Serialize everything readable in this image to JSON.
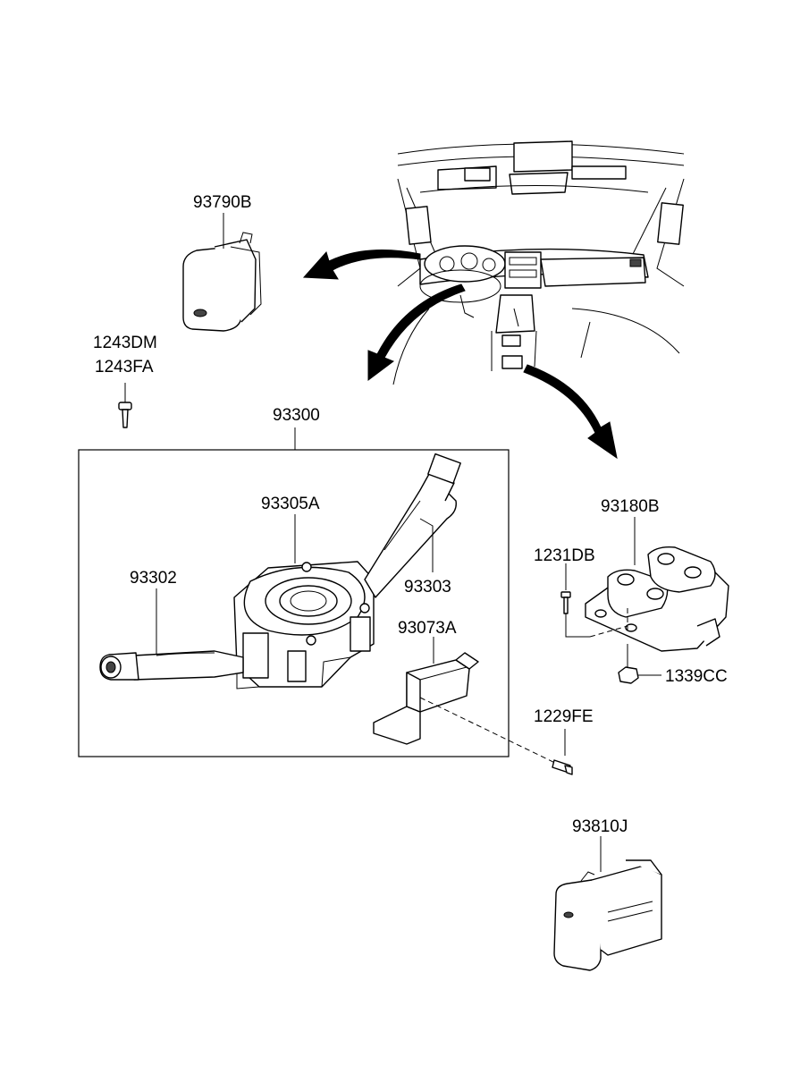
{
  "parts": {
    "p93790B": "93790B",
    "p1243DM": "1243DM",
    "p1243FA": "1243FA",
    "p93300": "93300",
    "p93305A": "93305A",
    "p93302": "93302",
    "p93303": "93303",
    "p93073A": "93073A",
    "p93180B": "93180B",
    "p1231DB": "1231DB",
    "p1339CC": "1339CC",
    "p1229FE": "1229FE",
    "p93810J": "93810J"
  }
}
